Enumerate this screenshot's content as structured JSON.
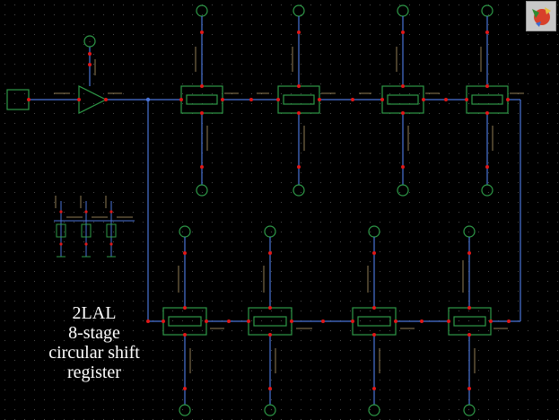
{
  "title_lines": [
    "2LAL",
    "8-stage",
    "circular shift",
    "register"
  ],
  "colors": {
    "background": "#000000",
    "grid_dot": "#4a4a4a",
    "wire": "#4a74d8",
    "component": "#2e9a48",
    "pin": "#e01818",
    "small_label": "#b59b6a",
    "title_text": "#ffffff"
  },
  "logo": {
    "icon": "tool-logo-icon"
  }
}
